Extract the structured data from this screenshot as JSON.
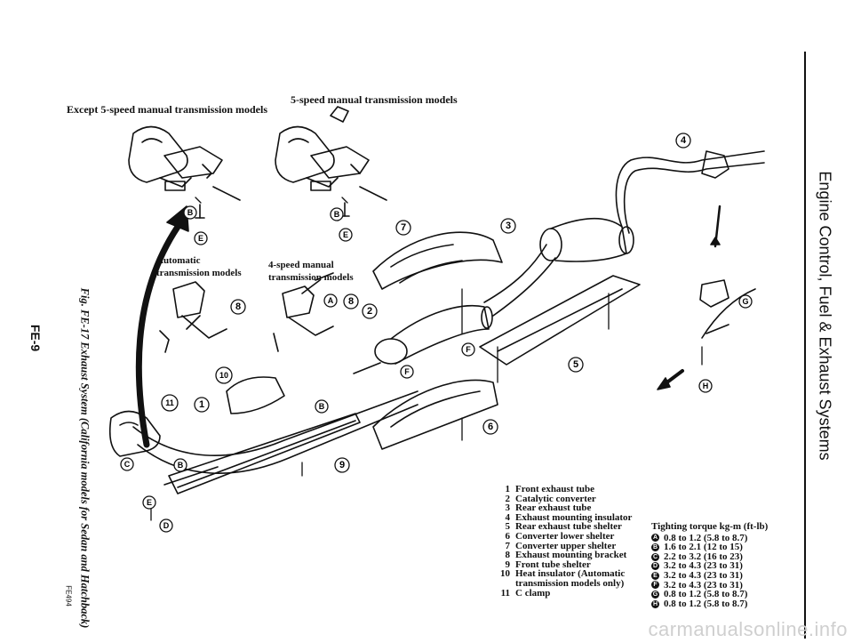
{
  "section_labels": {
    "except_5speed": "Except 5-speed manual transmission models",
    "five_speed": "5-speed manual transmission models",
    "automatic_line1": "Automatic",
    "automatic_line2": "transmission models",
    "four_speed_line1": "4-speed manual",
    "four_speed_line2": "transmission models"
  },
  "callouts": {
    "c1": "1",
    "c2": "2",
    "c3": "3",
    "c4": "4",
    "c5": "5",
    "c6": "6",
    "c7": "7",
    "c8a": "8",
    "c8b": "8",
    "c9": "9",
    "c10": "10",
    "c11": "11",
    "A": "A",
    "B": "B",
    "C": "C",
    "D": "D",
    "E": "E",
    "F": "F",
    "G": "G",
    "H": "H"
  },
  "legend": [
    {
      "num": "1",
      "text": "Front exhaust tube"
    },
    {
      "num": "2",
      "text": "Catalytic converter"
    },
    {
      "num": "3",
      "text": "Rear exhaust tube"
    },
    {
      "num": "4",
      "text": "Exhaust mounting insulator"
    },
    {
      "num": "5",
      "text": "Rear exhaust tube shelter"
    },
    {
      "num": "6",
      "text": "Converter lower shelter"
    },
    {
      "num": "7",
      "text": "Converter upper shelter"
    },
    {
      "num": "8",
      "text": "Exhaust mounting bracket"
    },
    {
      "num": "9",
      "text": "Front tube shelter"
    },
    {
      "num": "10",
      "text": "Heat insulator (Automatic"
    },
    {
      "num": "",
      "text": "transmission models only)"
    },
    {
      "num": "11",
      "text": "C clamp"
    }
  ],
  "torque": {
    "title": "Tighting torque   kg-m (ft-lb)",
    "rows": [
      {
        "letter": "A",
        "value": "0.8 to 1.2 (5.8 to 8.7)"
      },
      {
        "letter": "B",
        "value": "1.6 to 2.1 (12 to 15)"
      },
      {
        "letter": "C",
        "value": "2.2 to 3.2 (16 to 23)"
      },
      {
        "letter": "D",
        "value": "3.2 to 4.3 (23 to 31)"
      },
      {
        "letter": "E",
        "value": "3.2 to 4.3 (23 to 31)"
      },
      {
        "letter": "F",
        "value": "3.2 to 4.3 (23 to 31)"
      },
      {
        "letter": "G",
        "value": "0.8 to 1.2 (5.8 to 8.7)"
      },
      {
        "letter": "H",
        "value": "0.8 to 1.2 (5.8 to 8.7)"
      }
    ]
  },
  "side_title": "Engine Control, Fuel & Exhaust Systems",
  "caption": "Fig. FE-17 Exhaust System (California models for Sedan and Hatchback)",
  "page_id": "FE-9",
  "fig_code": "FE494",
  "watermark": "carmanualsonline.info"
}
